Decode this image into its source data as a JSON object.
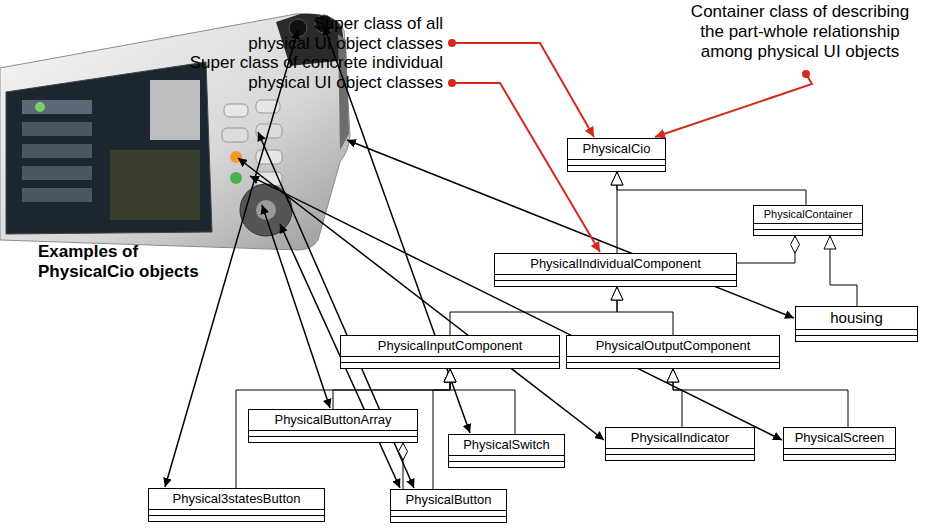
{
  "diagram": {
    "nodes": [
      {
        "text": [
          "PhysicalCio"
        ]
      },
      {
        "text": [
          "PhysicalContainer"
        ]
      },
      {
        "text": [
          "PhysicalIndividualComponent"
        ]
      },
      {
        "text": [
          "housing"
        ]
      },
      {
        "text": [
          "PhysicalInputComponent"
        ]
      },
      {
        "text": [
          "PhysicalOutputComponent"
        ]
      },
      {
        "text": [
          "PhysicalButtonArray"
        ]
      },
      {
        "text": [
          "PhysicalSwitch"
        ]
      },
      {
        "text": [
          "PhysicalIndicator"
        ]
      },
      {
        "text": [
          "PhysicalScreen"
        ]
      },
      {
        "text": [
          "Physical3statesButton"
        ]
      },
      {
        "text": [
          "PhysicalButton"
        ]
      }
    ],
    "edges": [
      {
        "from": 2,
        "to": 0,
        "arrow": "to"
      },
      {
        "from": 1,
        "to": 0,
        "arrow": "to"
      },
      {
        "from": 2,
        "to": 1,
        "arrow": "to"
      },
      {
        "from": 3,
        "to": 1,
        "arrow": "to"
      },
      {
        "from": 4,
        "to": 2,
        "arrow": "to"
      },
      {
        "from": 5,
        "to": 2,
        "arrow": "to"
      },
      {
        "from": 10,
        "to": 4,
        "arrow": "to"
      },
      {
        "from": 6,
        "to": 4,
        "arrow": "to"
      },
      {
        "from": 11,
        "to": 4,
        "arrow": "to"
      },
      {
        "from": 7,
        "to": 4,
        "arrow": "to"
      },
      {
        "from": 11,
        "to": 6,
        "arrow": "to"
      },
      {
        "from": 8,
        "to": 5,
        "arrow": "to"
      },
      {
        "from": 9,
        "to": 5,
        "arrow": "to"
      }
    ],
    "labels": [
      "Container class of describing the part-whole relationship among physical UI objects",
      "Super class of all physical UI object classes",
      "Super class of concrete individual physical UI object classes",
      "Examples of PhysicalCio objects"
    ]
  }
}
